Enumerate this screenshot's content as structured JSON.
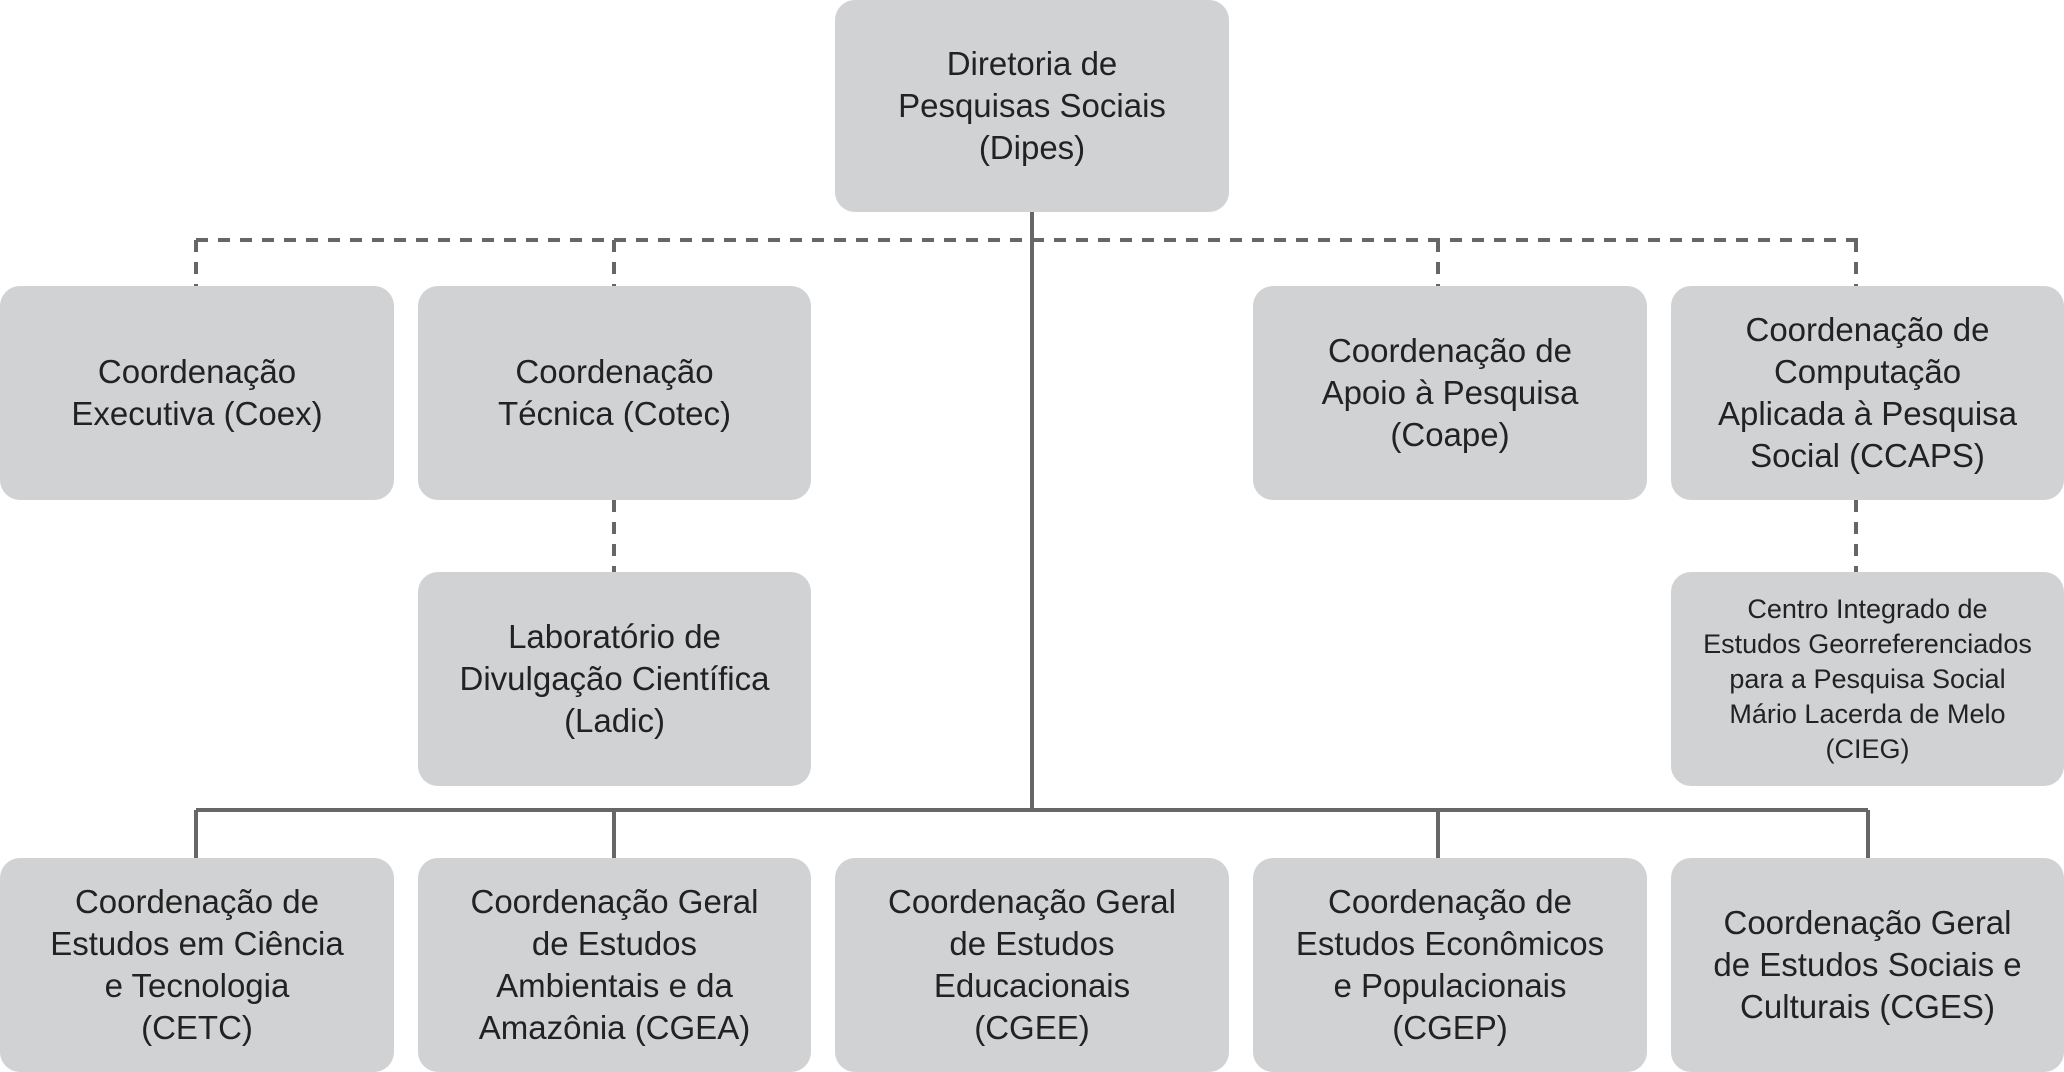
{
  "org_chart": {
    "root": {
      "label": "Diretoria de\nPesquisas Sociais\n(Dipes)"
    },
    "staff_units": {
      "coex": "Coordenação\nExecutiva (Coex)",
      "cotec": "Coordenação\nTécnica (Cotec)",
      "ladic": "Laboratório de\nDivulgação Científica\n(Ladic)",
      "coape": "Coordenação de\nApoio à Pesquisa\n(Coape)",
      "ccaps": "Coordenação de\nComputação\nAplicada à Pesquisa\nSocial (CCAPS)",
      "cieg": "Centro Integrado de\nEstudos Georreferenciados\npara a Pesquisa Social\nMário Lacerda de Melo\n(CIEG)"
    },
    "line_units": {
      "cetc": "Coordenação de\nEstudos em Ciência\ne Tecnologia\n(CETC)",
      "cgea": "Coordenação Geral\nde Estudos\nAmbientais e da\nAmazônia (CGEA)",
      "cgee": "Coordenação Geral\nde Estudos\nEducacionais\n(CGEE)",
      "cgep": "Coordenação de\nEstudos Econômicos\ne Populacionais\n(CGEP)",
      "cges": "Coordenação Geral\nde Estudos Sociais e\nCulturais (CGES)"
    },
    "colors": {
      "box": "#d1d2d4",
      "line": "#666666",
      "text": "#222222"
    }
  }
}
